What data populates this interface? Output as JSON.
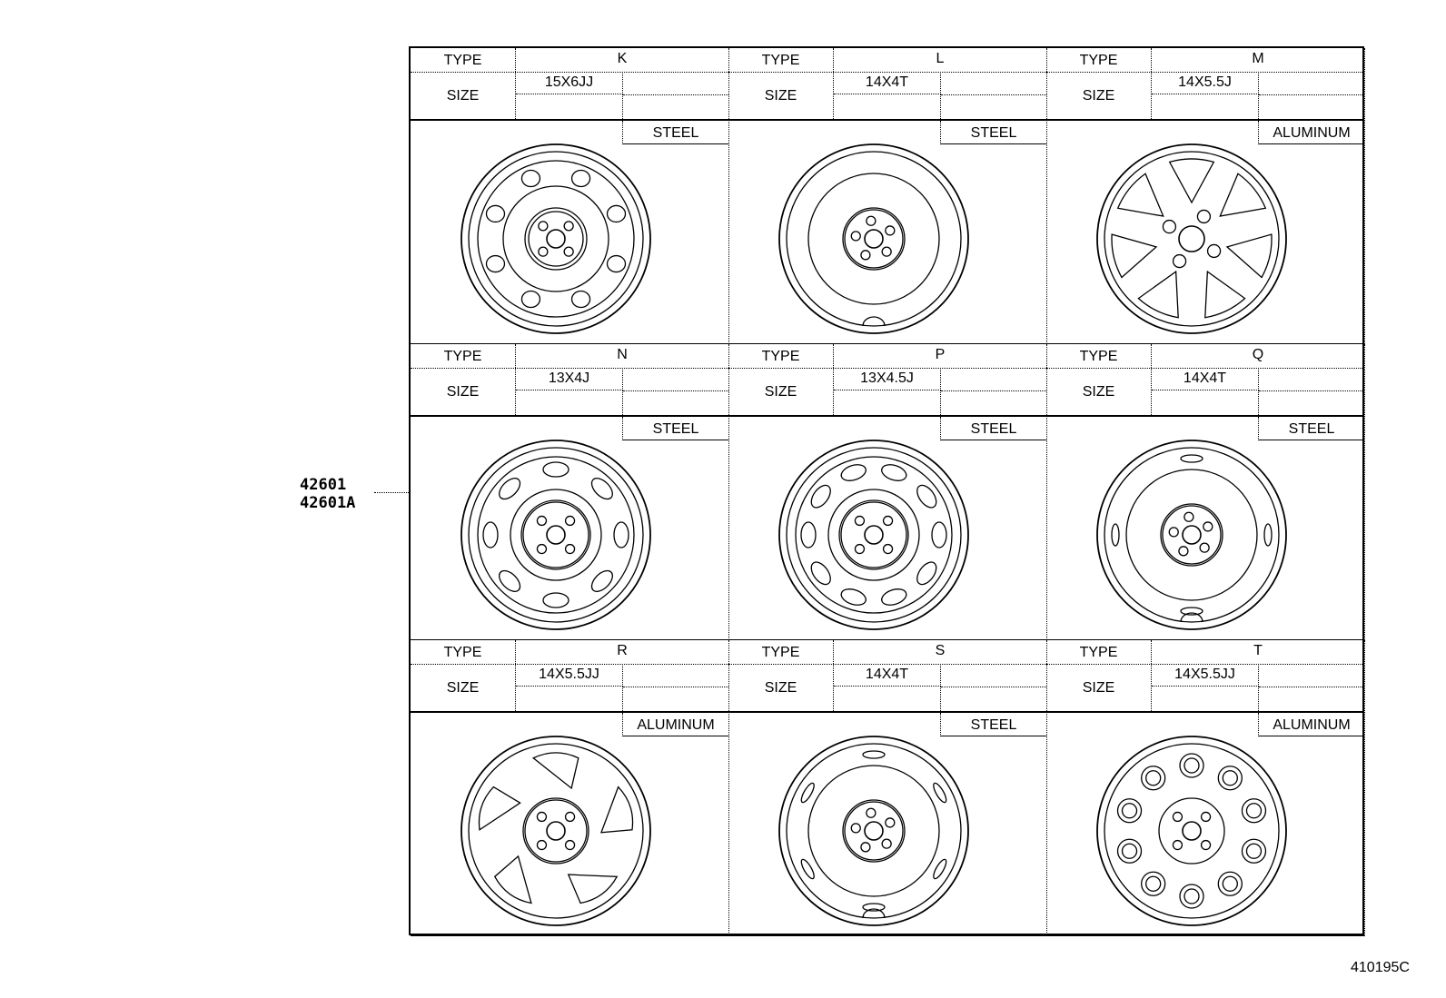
{
  "diagram": {
    "callout": {
      "part_numbers": [
        "42601",
        "42601A"
      ]
    },
    "figure_number": "410195C",
    "labels": {
      "type": "TYPE",
      "size": "SIZE"
    },
    "wheels": [
      {
        "type": "K",
        "size": "15X6JJ",
        "material": "STEEL",
        "style": "steel-8-hole"
      },
      {
        "type": "L",
        "size": "14X4T",
        "material": "STEEL",
        "style": "steel-spare"
      },
      {
        "type": "M",
        "size": "14X5.5J",
        "material": "ALUMINUM",
        "style": "alloy-7-spoke"
      },
      {
        "type": "N",
        "size": "13X4J",
        "material": "STEEL",
        "style": "steel-8-slot"
      },
      {
        "type": "P",
        "size": "13X4.5J",
        "material": "STEEL",
        "style": "steel-10-slot"
      },
      {
        "type": "Q",
        "size": "14X4T",
        "material": "STEEL",
        "style": "steel-spare-slots"
      },
      {
        "type": "R",
        "size": "14X5.5JJ",
        "material": "ALUMINUM",
        "style": "alloy-5-window"
      },
      {
        "type": "S",
        "size": "14X4T",
        "material": "STEEL",
        "style": "steel-spare-6-slot"
      },
      {
        "type": "T",
        "size": "14X5.5JJ",
        "material": "ALUMINUM",
        "style": "alloy-10-hole"
      }
    ]
  }
}
